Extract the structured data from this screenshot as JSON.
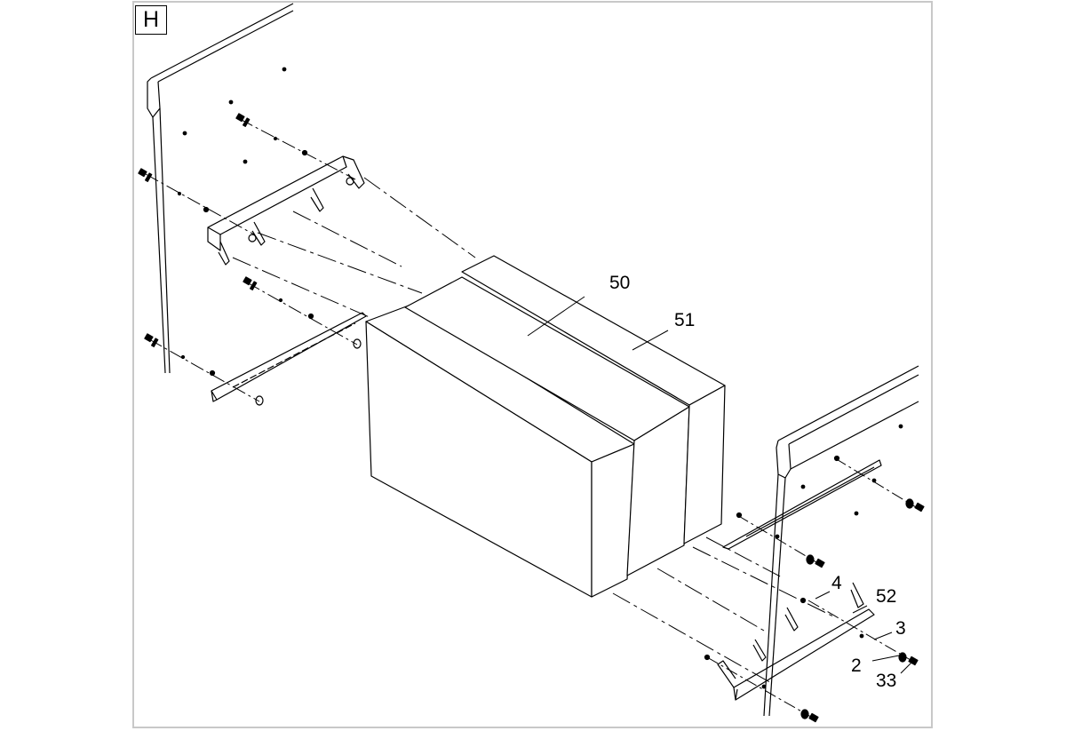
{
  "section_label": "H",
  "callouts": {
    "c50": "50",
    "c51": "51",
    "c52": "52",
    "c4": "4",
    "c3": "3",
    "c2": "2",
    "c33": "33"
  },
  "colors": {
    "line": "#000000",
    "frame": "#c8c8c8",
    "background": "#ffffff"
  }
}
